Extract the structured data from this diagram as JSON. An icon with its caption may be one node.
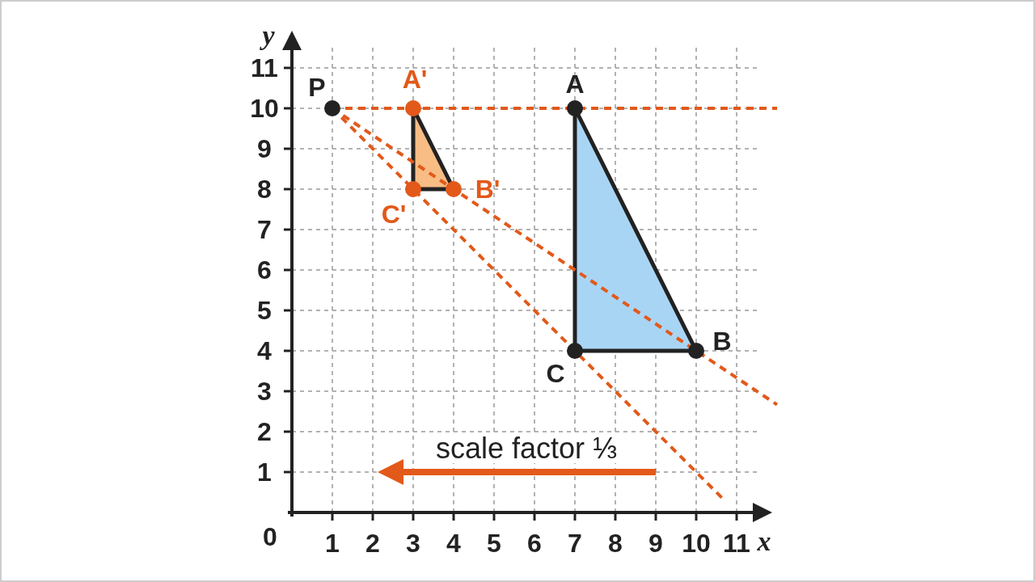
{
  "diagram": {
    "labels": [
      "y",
      "11",
      "P",
      "A'",
      "A",
      "10",
      "9",
      "8",
      "B'",
      "C'",
      "7",
      "6",
      "5",
      "4",
      "B",
      "C",
      "3",
      "2",
      "scale factor ⅓",
      "1",
      "0",
      "1",
      "2",
      "3",
      "4",
      "5",
      "6",
      "7",
      "8",
      "9",
      "10",
      "11",
      "x"
    ]
  }
}
